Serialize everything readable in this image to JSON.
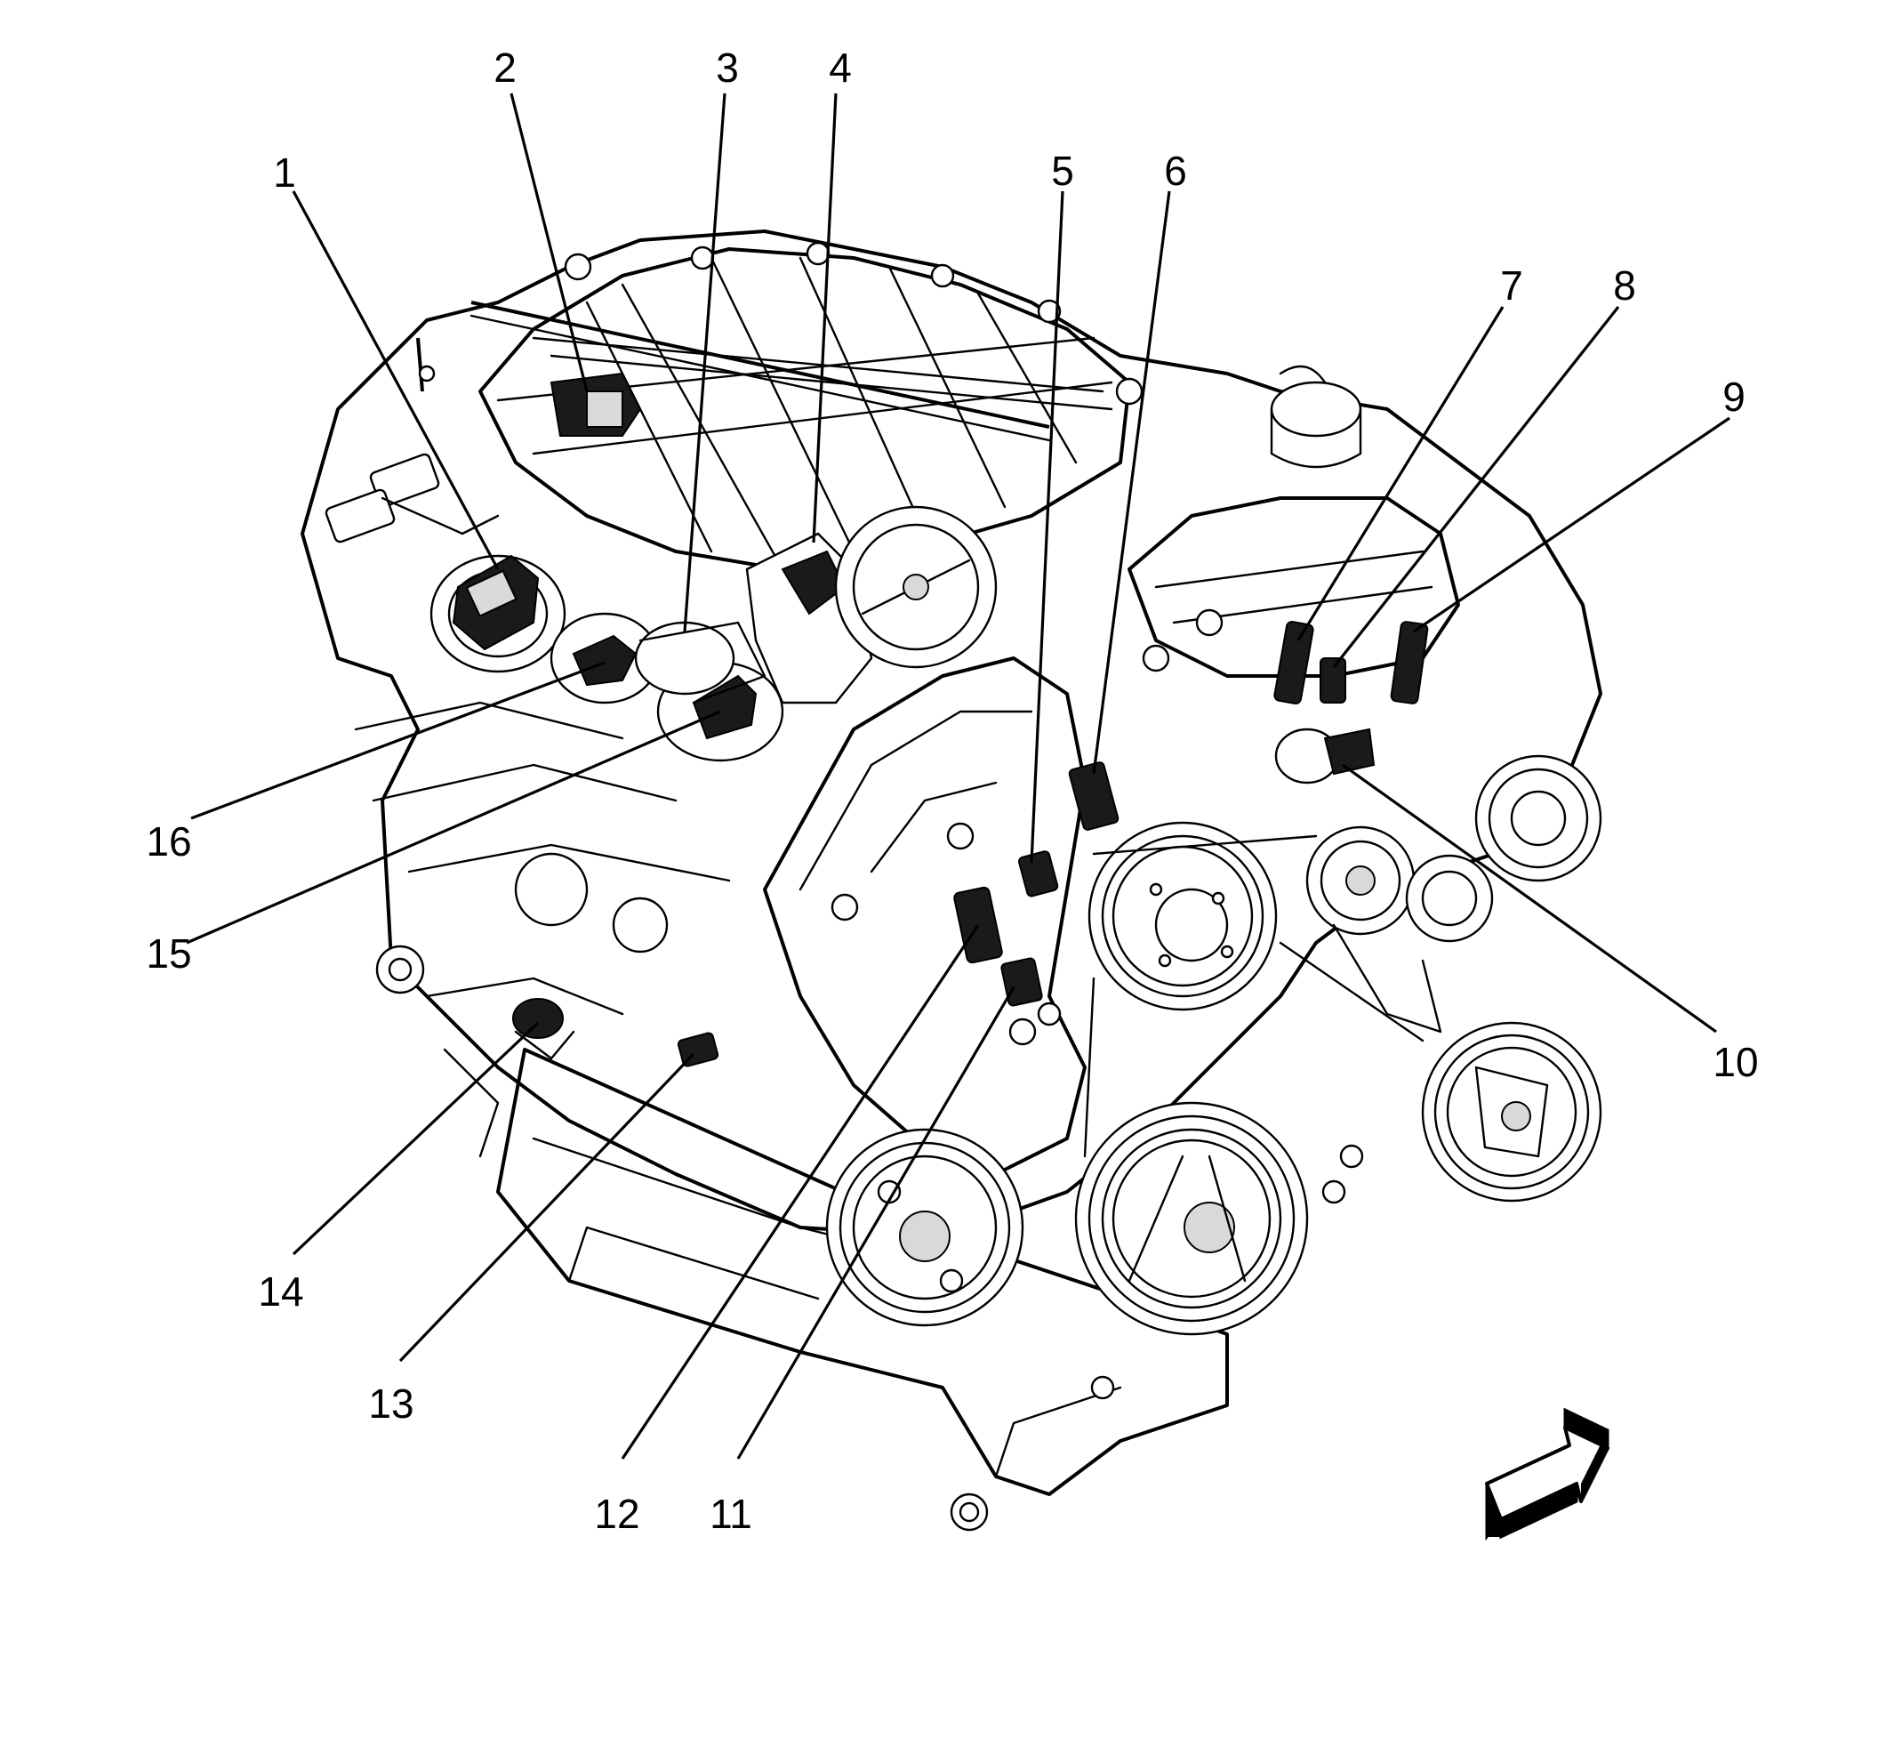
{
  "callouts": [
    {
      "id": "1",
      "label": "1"
    },
    {
      "id": "2",
      "label": "2"
    },
    {
      "id": "3",
      "label": "3"
    },
    {
      "id": "4",
      "label": "4"
    },
    {
      "id": "5",
      "label": "5"
    },
    {
      "id": "6",
      "label": "6"
    },
    {
      "id": "7",
      "label": "7"
    },
    {
      "id": "8",
      "label": "8"
    },
    {
      "id": "9",
      "label": "9"
    },
    {
      "id": "10",
      "label": "10"
    },
    {
      "id": "11",
      "label": "11"
    },
    {
      "id": "12",
      "label": "12"
    },
    {
      "id": "13",
      "label": "13"
    },
    {
      "id": "14",
      "label": "14"
    },
    {
      "id": "15",
      "label": "15"
    },
    {
      "id": "16",
      "label": "16"
    }
  ],
  "icons": {
    "view_direction": "view-direction-arrow-icon"
  },
  "colors": {
    "ink": "#000000",
    "paper": "#ffffff"
  }
}
